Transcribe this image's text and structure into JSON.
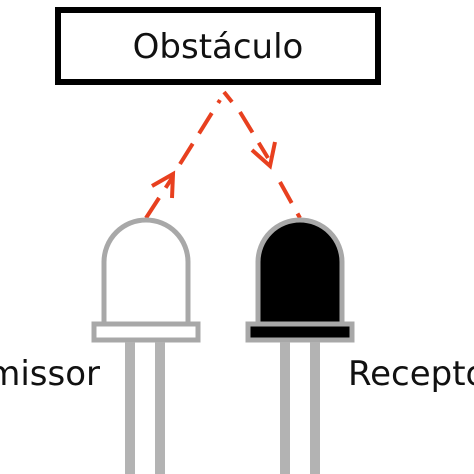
{
  "obstacle": {
    "label": "Obstáculo"
  },
  "emitter": {
    "label": "Emissor",
    "body_color": "#ffffff",
    "outline_color": "#a8a8a8",
    "lead_color": "#b3b3b3"
  },
  "receiver": {
    "label": "Receptor",
    "body_color": "#000000",
    "outline_color": "#a8a8a8",
    "lead_color": "#b3b3b3"
  },
  "beam": {
    "color": "#e8401f",
    "style": "dashed"
  },
  "colors": {
    "text": "#111111",
    "frame": "#000000",
    "background": "#ffffff"
  }
}
